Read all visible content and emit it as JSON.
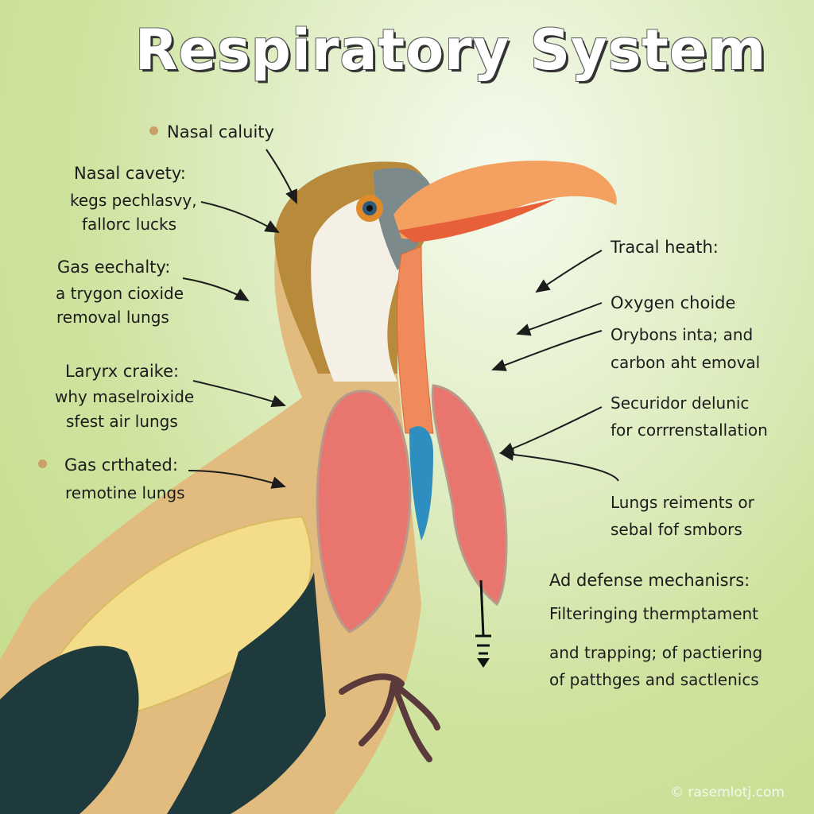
{
  "title": "Respiratory System",
  "left_labels": [
    {
      "heading": "Nasal caluity",
      "lines": [],
      "bullet": true
    },
    {
      "heading": "Nasal cavety:",
      "lines": [
        "kegs pechlasvy,",
        "fallorc lucks"
      ],
      "bullet": false
    },
    {
      "heading": "Gas eechalty:",
      "lines": [
        "a trygon cioxide",
        "removal lungs"
      ],
      "bullet": false
    },
    {
      "heading": "Laryrx craike:",
      "lines": [
        "why maselroixide",
        "sfest air lungs"
      ],
      "bullet": false
    },
    {
      "heading": "Gas crthated:",
      "lines": [
        "remotine lungs"
      ],
      "bullet": true
    }
  ],
  "right_labels": [
    {
      "heading": "Tracal heath:",
      "lines": []
    },
    {
      "heading": "Oxygen choide",
      "lines": [
        "Orybons inta; and",
        "carbon aht emoval"
      ]
    },
    {
      "heading": "",
      "lines": [
        "Securidor delunic",
        "for corrrenstallation"
      ]
    },
    {
      "heading": "",
      "lines": [
        "Lungs reiments or",
        "sebal fof smbors"
      ]
    },
    {
      "heading": "Ad defense mechanisrs:",
      "lines": [
        "Filteringing thermptament",
        "and trapping; of pactiering",
        "of patthges and sactlenics"
      ]
    }
  ],
  "watermark": "© rasemlotj.com",
  "colors": {
    "beak": "#f2905a",
    "lung": "#e8766e",
    "trachea": "#f08a5a",
    "wing": "#f3dc8a",
    "body": "#e0b878"
  }
}
